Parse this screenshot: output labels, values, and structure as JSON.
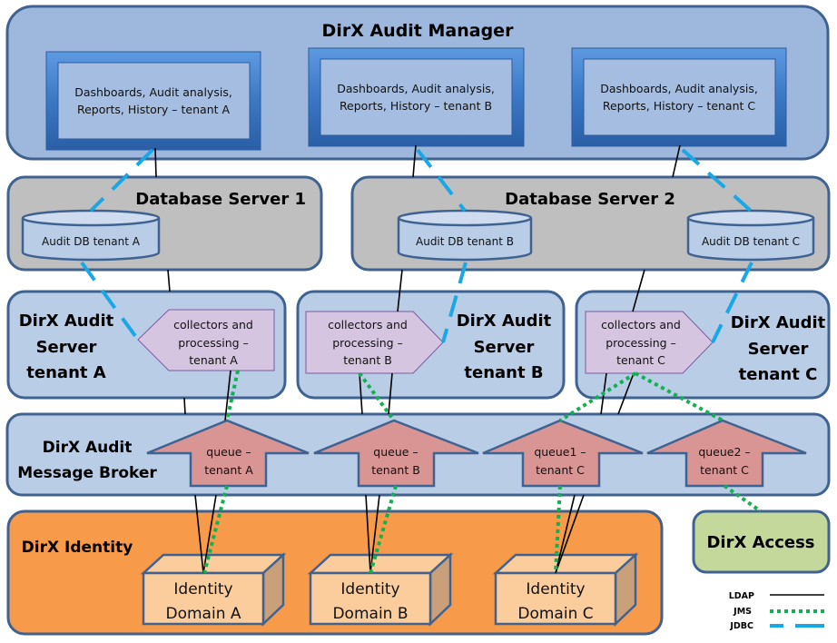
{
  "manager": {
    "title": "DirX Audit Manager",
    "panels": [
      {
        "line1": "Dashboards, Audit analysis,",
        "line2": "Reports, History – tenant A"
      },
      {
        "line1": "Dashboards, Audit analysis,",
        "line2": "Reports, History – tenant B"
      },
      {
        "line1": "Dashboards, Audit analysis,",
        "line2": "Reports, History – tenant C"
      }
    ]
  },
  "db_servers": [
    {
      "title": "Database Server 1",
      "dbs": [
        "Audit DB tenant A"
      ]
    },
    {
      "title": "Database Server 2",
      "dbs": [
        "Audit DB tenant B",
        "Audit DB tenant C"
      ]
    }
  ],
  "audit_servers": [
    {
      "line1": "DirX Audit",
      "line2": "Server",
      "line3": "tenant A",
      "collector": [
        "collectors and",
        "processing –",
        "tenant A"
      ]
    },
    {
      "line1": "DirX Audit",
      "line2": "Server",
      "line3": "tenant B",
      "collector": [
        "collectors and",
        "processing –",
        "tenant B"
      ]
    },
    {
      "line1": "DirX Audit",
      "line2": "Server",
      "line3": "tenant C",
      "collector": [
        "collectors and",
        "processing –",
        "tenant C"
      ]
    }
  ],
  "broker": {
    "line1": "DirX Audit",
    "line2": "Message Broker",
    "queues": [
      {
        "line1": "queue –",
        "line2": "tenant A"
      },
      {
        "line1": "queue –",
        "line2": "tenant B"
      },
      {
        "line1": "queue1 –",
        "line2": "tenant C"
      },
      {
        "line1": "queue2 –",
        "line2": "tenant C"
      }
    ]
  },
  "identity": {
    "title": "DirX Identity",
    "domains": [
      {
        "line1": "Identity",
        "line2": "Domain A"
      },
      {
        "line1": "Identity",
        "line2": "Domain B"
      },
      {
        "line1": "Identity",
        "line2": "Domain C"
      }
    ]
  },
  "access": {
    "title": "DirX Access"
  },
  "legend": [
    {
      "label": "LDAP",
      "style": "solid",
      "color": "#000000"
    },
    {
      "label": "JMS",
      "style": "dotted",
      "color": "#12b050"
    },
    {
      "label": "JDBC",
      "style": "dashed",
      "color": "#1aa7e6"
    }
  ],
  "colors": {
    "manager_fill": "#9db8dc",
    "panel_frame": "#3b78c3",
    "db_server_fill": "#bfbfbf",
    "audit_server_fill": "#b9cde6",
    "collector_fill": "#d6c5e0",
    "queue_fill": "#d99494",
    "identity_fill": "#f79a49",
    "domain_fill": "#fbcd9d",
    "access_fill": "#c4d89b",
    "border": "#3f6290"
  }
}
